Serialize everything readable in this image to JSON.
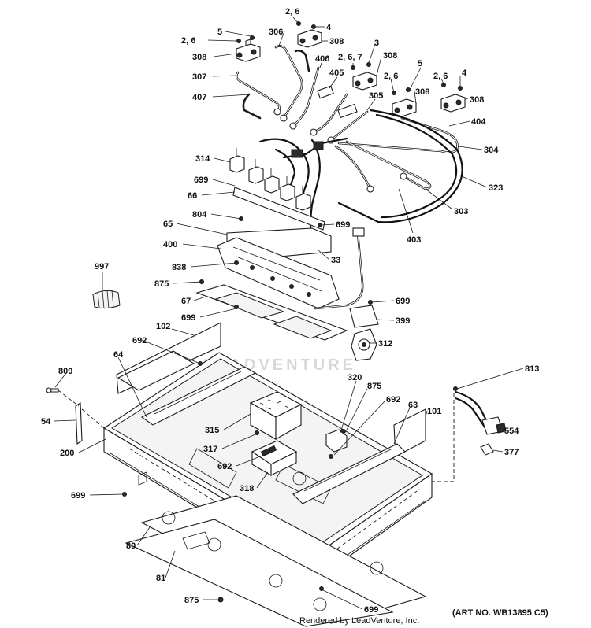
{
  "watermark": "LEADVENTURE",
  "footer": {
    "rendered_by": "Rendered by LeadVenture, Inc.",
    "art_number": "(ART NO. WB13895 C5)"
  },
  "callouts": [
    {
      "id": "c1",
      "label": "2, 6"
    },
    {
      "id": "c2",
      "label": "4"
    },
    {
      "id": "c3",
      "label": "5"
    },
    {
      "id": "c4",
      "label": "306"
    },
    {
      "id": "c5",
      "label": "308"
    },
    {
      "id": "c6",
      "label": "2, 6"
    },
    {
      "id": "c7",
      "label": "3"
    },
    {
      "id": "c8",
      "label": "308"
    },
    {
      "id": "c9",
      "label": "2, 6, 7"
    },
    {
      "id": "c10",
      "label": "308"
    },
    {
      "id": "c11",
      "label": "406"
    },
    {
      "id": "c12",
      "label": "307"
    },
    {
      "id": "c13",
      "label": "405"
    },
    {
      "id": "c14",
      "label": "5"
    },
    {
      "id": "c15",
      "label": "2, 6"
    },
    {
      "id": "c16",
      "label": "2, 6"
    },
    {
      "id": "c17",
      "label": "4"
    },
    {
      "id": "c18",
      "label": "305"
    },
    {
      "id": "c19",
      "label": "308"
    },
    {
      "id": "c20",
      "label": "308"
    },
    {
      "id": "c21",
      "label": "407"
    },
    {
      "id": "c22",
      "label": "404"
    },
    {
      "id": "c23",
      "label": "304"
    },
    {
      "id": "c24",
      "label": "314"
    },
    {
      "id": "c25",
      "label": "699"
    },
    {
      "id": "c26",
      "label": "323"
    },
    {
      "id": "c27",
      "label": "66"
    },
    {
      "id": "c28",
      "label": "303"
    },
    {
      "id": "c29",
      "label": "804"
    },
    {
      "id": "c30",
      "label": "699"
    },
    {
      "id": "c31",
      "label": "65"
    },
    {
      "id": "c32",
      "label": "403"
    },
    {
      "id": "c33",
      "label": "400"
    },
    {
      "id": "c34",
      "label": "33"
    },
    {
      "id": "c35",
      "label": "838"
    },
    {
      "id": "c36",
      "label": "997"
    },
    {
      "id": "c37",
      "label": "875"
    },
    {
      "id": "c38",
      "label": "67"
    },
    {
      "id": "c39",
      "label": "699"
    },
    {
      "id": "c40",
      "label": "699"
    },
    {
      "id": "c41",
      "label": "399"
    },
    {
      "id": "c42",
      "label": "102"
    },
    {
      "id": "c43",
      "label": "692"
    },
    {
      "id": "c44",
      "label": "312"
    },
    {
      "id": "c45",
      "label": "64"
    },
    {
      "id": "c46",
      "label": "809"
    },
    {
      "id": "c47",
      "label": "320"
    },
    {
      "id": "c48",
      "label": "813"
    },
    {
      "id": "c49",
      "label": "875"
    },
    {
      "id": "c50",
      "label": "692"
    },
    {
      "id": "c51",
      "label": "63"
    },
    {
      "id": "c52",
      "label": "101"
    },
    {
      "id": "c53",
      "label": "54"
    },
    {
      "id": "c54",
      "label": "315"
    },
    {
      "id": "c55",
      "label": "554"
    },
    {
      "id": "c56",
      "label": "317"
    },
    {
      "id": "c57",
      "label": "377"
    },
    {
      "id": "c58",
      "label": "200"
    },
    {
      "id": "c59",
      "label": "692"
    },
    {
      "id": "c60",
      "label": "318"
    },
    {
      "id": "c61",
      "label": "699"
    },
    {
      "id": "c62",
      "label": "80"
    },
    {
      "id": "c63",
      "label": "81"
    },
    {
      "id": "c64",
      "label": "875"
    },
    {
      "id": "c65",
      "label": "699"
    }
  ]
}
